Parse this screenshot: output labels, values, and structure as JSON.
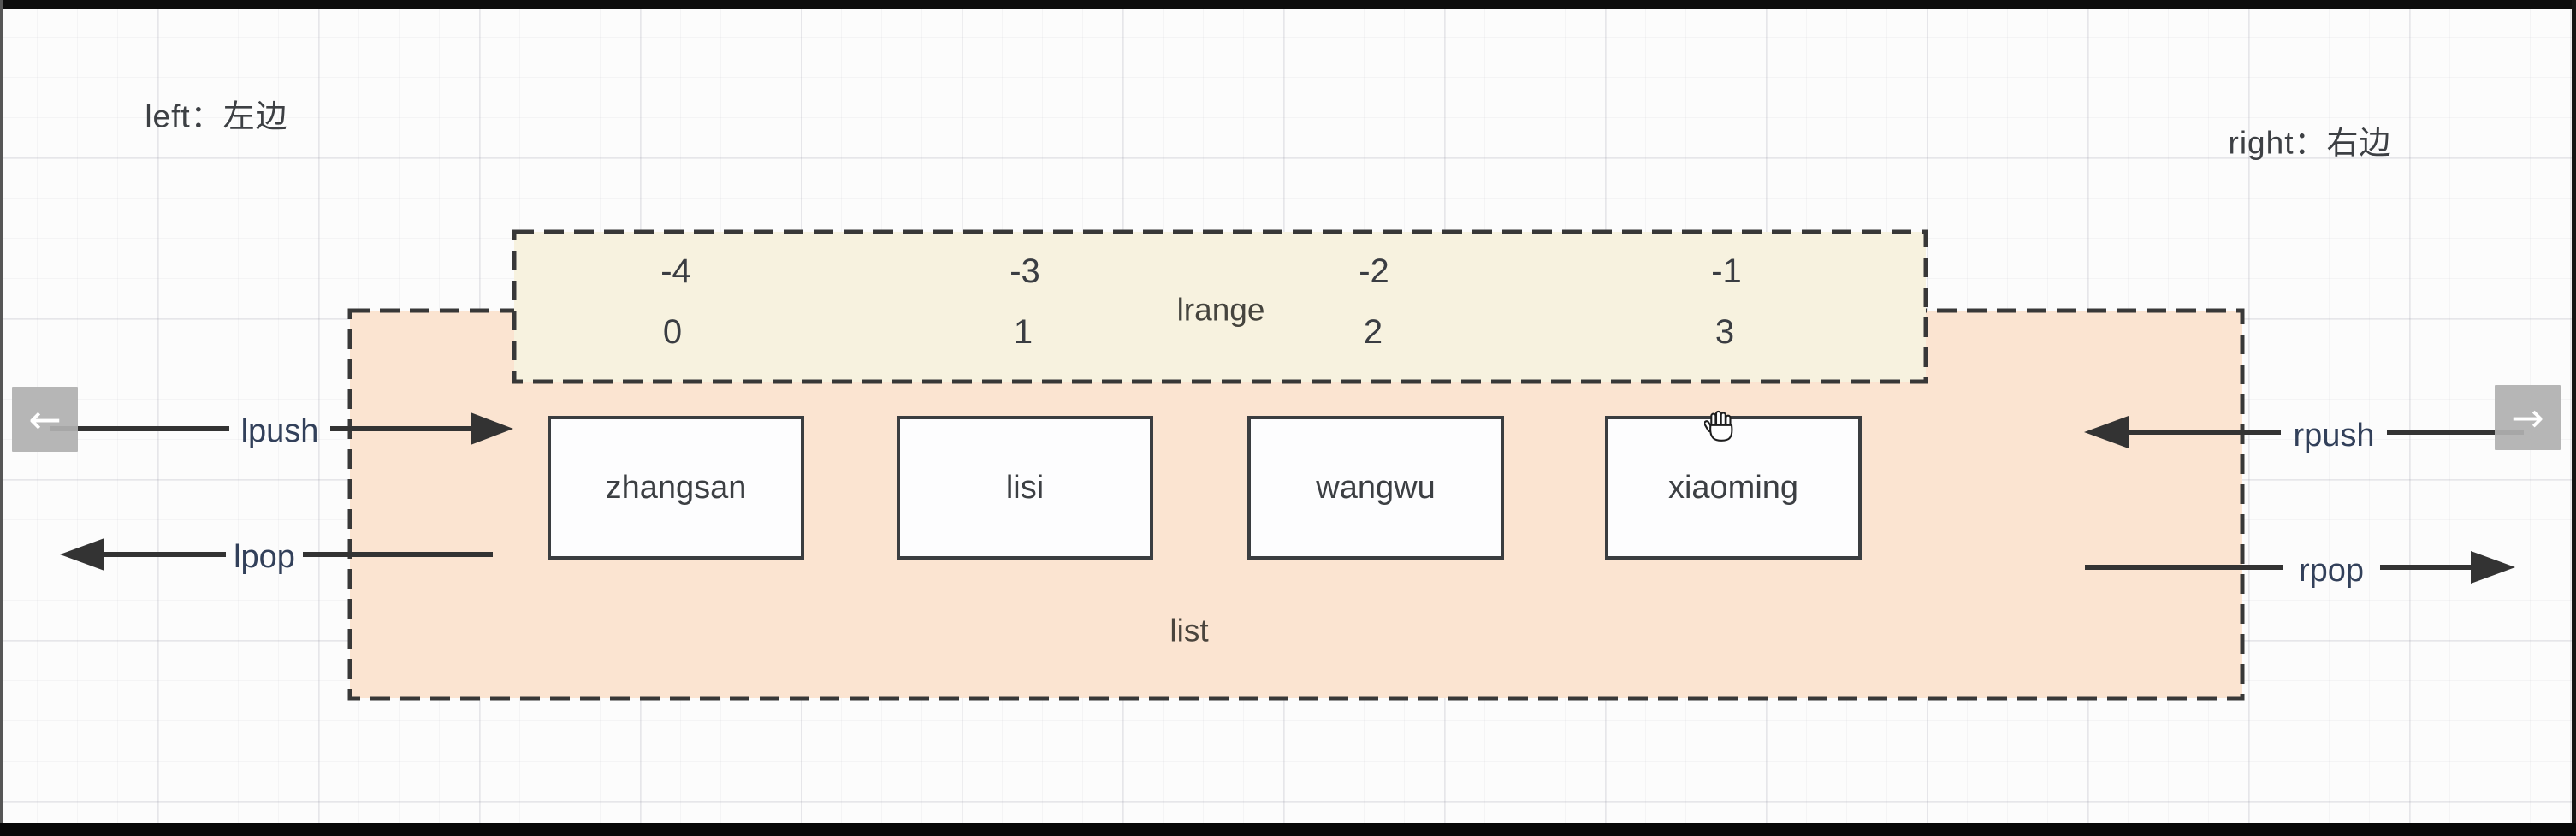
{
  "notes": {
    "left": "left：左边",
    "right": "right：右边"
  },
  "lrange_box": {
    "label": "lrange",
    "negative_indices": [
      "-4",
      "-3",
      "-2",
      "-1"
    ],
    "positive_indices": [
      "0",
      "1",
      "2",
      "3"
    ]
  },
  "list_box": {
    "label": "list",
    "items": [
      "zhangsan",
      "lisi",
      "wangwu",
      "xiaoming"
    ]
  },
  "operations": {
    "lpush": "lpush",
    "lpop": "lpop",
    "rpush": "rpush",
    "rpop": "rpop"
  },
  "nav": {
    "prev_icon": "←",
    "next_icon": "→"
  },
  "colors": {
    "list_fill": "#fbe4d1",
    "lrange_fill": "#f7f2df",
    "dash_stroke": "#383838",
    "arrow_stroke": "#333333",
    "item_fill": "#fdfdfe",
    "nav_button_gray": "#b0b0b0",
    "op_text": "#32405a"
  }
}
